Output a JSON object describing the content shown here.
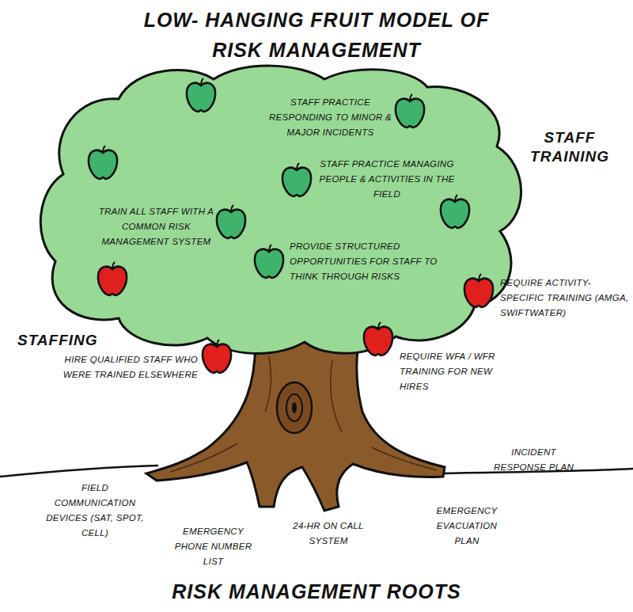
{
  "diagram": {
    "title": "LOW- HANGING FRUIT MODEL OF RISK MANAGEMENT",
    "labels": [
      "STAFF PRACTICE RESPONDING TO MINOR & MAJOR INCIDENTS",
      "STAFF TRAINING",
      "STAFF PRACTICE MANAGING PEOPLE & ACTIVITIES IN THE FIELD",
      "TRAIN ALL STAFF WITH A COMMON RISK MANAGEMENT SYSTEM",
      "PROVIDE STRUCTURED OPPORTUNITIES FOR STAFF TO THINK THROUGH RISKS",
      "REQUIRE ACTIVITY-SPECIFIC TRAINING (AMGA, SWIFTWATER)",
      "STAFFING",
      "HIRE QUALIFIED STAFF WHO WERE TRAINED ELSEWHERE",
      "REQUIRE WFA / WFR TRAINING FOR NEW HIRES",
      "INCIDENT RESPONSE PLAN",
      "FIELD COMMUNICATION DEVICES (SAT, SPOT, CELL)",
      "EMERGENCY EVACUATION PLAN",
      "EMERGENCY PHONE NUMBER LIST",
      "24-HR ON CALL SYSTEM",
      "RISK MANAGEMENT ROOTS"
    ]
  }
}
